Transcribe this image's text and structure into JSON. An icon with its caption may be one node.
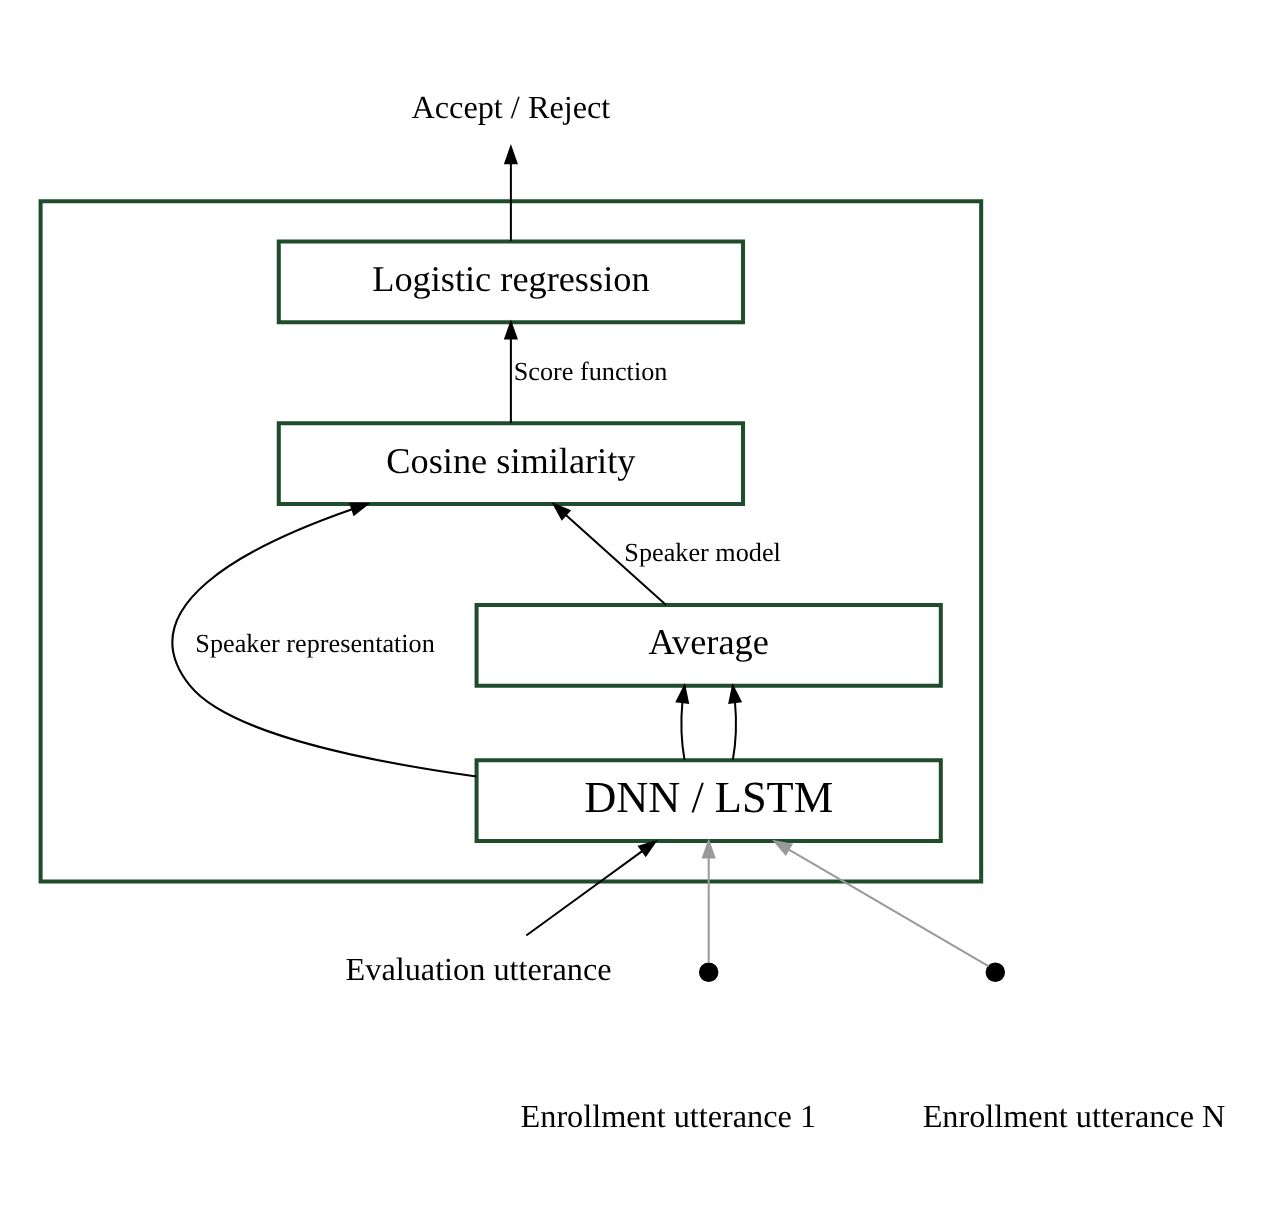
{
  "diagram": {
    "nodes": [
      {
        "text": [
          "Accept / Reject"
        ]
      },
      {
        "text": [],
        "shape": "box"
      },
      {
        "text": [
          "Logistic regression"
        ],
        "in": 1
      },
      {
        "text": [
          "Cosine similarity"
        ],
        "in": 1
      },
      {
        "text": [
          "Average"
        ],
        "in": 1
      },
      {
        "text": [
          "DNN / LSTM"
        ],
        "in": 1
      },
      {
        "text": [
          "Evaluation utterance"
        ]
      },
      {
        "text": [],
        "shape": "circle",
        "beside": [
          "Enrollment utterance 1"
        ]
      },
      {
        "text": [],
        "shape": "circle",
        "beside": [
          "Enrollment utterance N"
        ]
      }
    ],
    "edges": [
      {
        "from": 2,
        "to": 0,
        "arrow": "to"
      },
      {
        "from": 3,
        "to": 2,
        "arrow": "to",
        "label": "Score function"
      },
      {
        "from": 5,
        "to": 3,
        "arrow": "to",
        "label": "Speaker representation"
      },
      {
        "from": 4,
        "to": 3,
        "arrow": "to",
        "label": "Speaker model"
      },
      {
        "from": 5,
        "to": 4,
        "arrow": "to"
      },
      {
        "from": 5,
        "to": 4,
        "arrow": "to"
      },
      {
        "from": 6,
        "to": 5,
        "arrow": "to"
      },
      {
        "from": 7,
        "to": 5,
        "arrow": "to",
        "color": "#999999"
      },
      {
        "from": 8,
        "to": 5,
        "arrow": "to",
        "color": "#999999"
      }
    ]
  }
}
